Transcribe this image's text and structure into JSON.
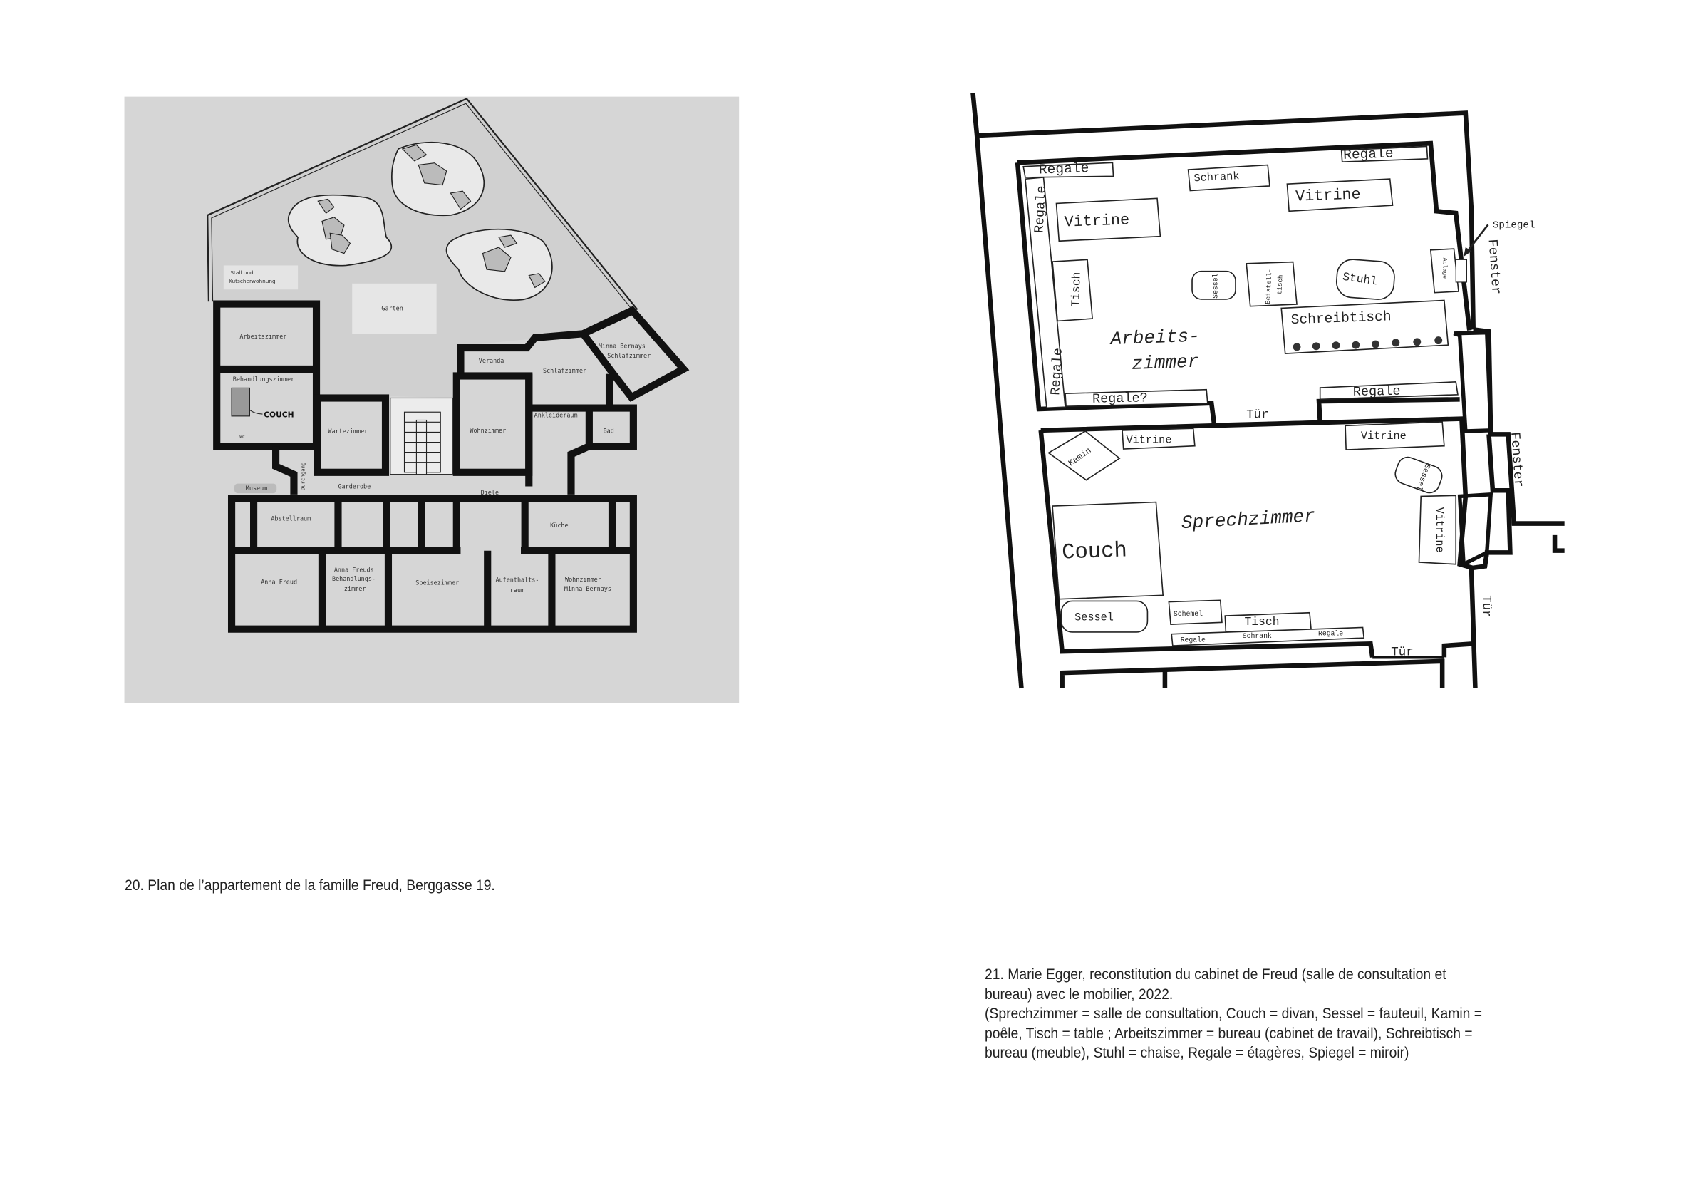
{
  "figure20": {
    "caption": "20. Plan de l’appartement de la famille Freud, Berggasse 19.",
    "labels": {
      "stall_1": "Stall und",
      "stall_2": "Kutscherwohnung",
      "garten": "Garten",
      "arbeitszimmer": "Arbeitszimmer",
      "behandlungszimmer": "Behandlungszimmer",
      "couch": "COUCH",
      "wc": "WC",
      "wartezimmer": "Wartezimmer",
      "veranda": "Veranda",
      "schlafzimmer": "Schlafzimmer",
      "minna_1": "Minna Bernays",
      "minna_2": "Schlafzimmer",
      "wohnzimmer": "Wohnzimmer",
      "ankleideraum": "Ankleideraum",
      "bad": "Bad",
      "museum": "Museum",
      "durchgang": "Durchgang",
      "garderobe": "Garderobe",
      "diele": "Diele",
      "abstellraum": "Abstellraum",
      "kueche": "Küche",
      "anna_freud": "Anna Freud",
      "anna_beh_1": "Anna Freuds",
      "anna_beh_2": "Behandlungs-",
      "anna_beh_3": "zimmer",
      "speisezimmer": "Speisezimmer",
      "aufenthalt_1": "Aufenthalts-",
      "aufenthalt_2": "raum",
      "wohn_minna_1": "Wohnzimmer",
      "wohn_minna_2": "Minna Bernays"
    }
  },
  "figure21": {
    "caption_lines": [
      "21. Marie Egger, reconstitution du cabinet de Freud (salle de consultation et",
      "bureau) avec le mobilier, 2022.",
      "(Sprechzimmer = salle de consultation, Couch = divan, Sessel = fauteuil, Kamin =",
      "poêle, Tisch = table ; Arbeitszimmer = bureau (cabinet de travail), Schreibtisch =",
      "bureau (meuble), Stuhl = chaise, Regale = étagères, Spiegel = miroir)"
    ],
    "labels": {
      "regale_top_left": "Regale",
      "regale_top_right": "Regale",
      "schrank_top": "Schrank",
      "vitrine_left": "Vitrine",
      "vitrine_right": "Vitrine",
      "regale_left_upper": "Regale",
      "regale_left_lower": "Regale",
      "tisch_left": "Tisch",
      "sessel_small": "Sessel",
      "beistelltisch_1": "Beistell-",
      "beistelltisch_2": "tisch",
      "stuhl": "Stuhl",
      "ablage": "Ablage",
      "spiegel": "Spiegel",
      "fenster_1": "Fenster",
      "schreibtisch": "Schreibtisch",
      "arbeits_1": "Arbeits-",
      "arbeits_2": "zimmer",
      "regale_q": "Regale?",
      "regale_bottom_right": "Regale",
      "tuer_1": "Tür",
      "kamin": "Kamin",
      "vitrine_s_left": "Vitrine",
      "vitrine_s_right": "Vitrine",
      "sessel_right": "Sessel",
      "fenster_2": "Fenster",
      "sprechzimmer": "Sprechzimmer",
      "vitrine_side": "Vitrine",
      "couch": "Couch",
      "sessel_bottom": "Sessel",
      "schemel": "Schemel",
      "tisch_bottom": "Tisch",
      "regale_b1": "Regale",
      "schrank_b": "Schrank",
      "regale_b2": "Regale",
      "tuer_2": "Tür",
      "tuer_3": "Tür"
    }
  }
}
